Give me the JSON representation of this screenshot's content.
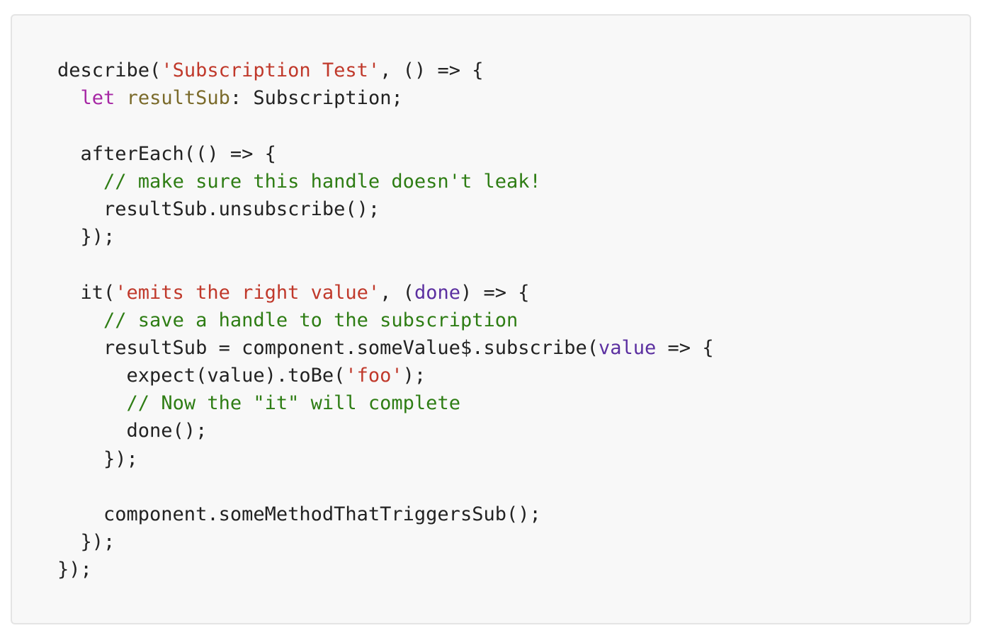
{
  "colors": {
    "background": "#f8f8f8",
    "border": "#e4e4e4",
    "text": "#222222",
    "keyword": "#a626a4",
    "variable": "#7a6a2a",
    "string": "#c0392b",
    "comment": "#2e7d14",
    "parameter": "#5b2fa0"
  },
  "lines": [
    [
      {
        "t": "describe(",
        "c": "text"
      },
      {
        "t": "'Subscription Test'",
        "c": "string"
      },
      {
        "t": ", () => {",
        "c": "text"
      }
    ],
    [
      {
        "t": "  ",
        "c": "text"
      },
      {
        "t": "let",
        "c": "keyword"
      },
      {
        "t": " ",
        "c": "text"
      },
      {
        "t": "resultSub",
        "c": "variable"
      },
      {
        "t": ": Subscription;",
        "c": "text"
      }
    ],
    [],
    [
      {
        "t": "  afterEach(() => {",
        "c": "text"
      }
    ],
    [
      {
        "t": "    ",
        "c": "text"
      },
      {
        "t": "// make sure this handle doesn't leak!",
        "c": "comment"
      }
    ],
    [
      {
        "t": "    resultSub.unsubscribe();",
        "c": "text"
      }
    ],
    [
      {
        "t": "  });",
        "c": "text"
      }
    ],
    [],
    [
      {
        "t": "  it(",
        "c": "text"
      },
      {
        "t": "'emits the right value'",
        "c": "string"
      },
      {
        "t": ", (",
        "c": "text"
      },
      {
        "t": "done",
        "c": "parameter"
      },
      {
        "t": ") => {",
        "c": "text"
      }
    ],
    [
      {
        "t": "    ",
        "c": "text"
      },
      {
        "t": "// save a handle to the subscription",
        "c": "comment"
      }
    ],
    [
      {
        "t": "    resultSub = component.someValue$.subscribe(",
        "c": "text"
      },
      {
        "t": "value",
        "c": "parameter"
      },
      {
        "t": " => {",
        "c": "text"
      }
    ],
    [
      {
        "t": "      expect(value).toBe(",
        "c": "text"
      },
      {
        "t": "'foo'",
        "c": "string"
      },
      {
        "t": ");",
        "c": "text"
      }
    ],
    [
      {
        "t": "      ",
        "c": "text"
      },
      {
        "t": "// Now the \"it\" will complete",
        "c": "comment"
      }
    ],
    [
      {
        "t": "      done();",
        "c": "text"
      }
    ],
    [
      {
        "t": "    });",
        "c": "text"
      }
    ],
    [],
    [
      {
        "t": "    component.someMethodThatTriggersSub();",
        "c": "text"
      }
    ],
    [
      {
        "t": "  });",
        "c": "text"
      }
    ],
    [
      {
        "t": "});",
        "c": "text"
      }
    ]
  ]
}
